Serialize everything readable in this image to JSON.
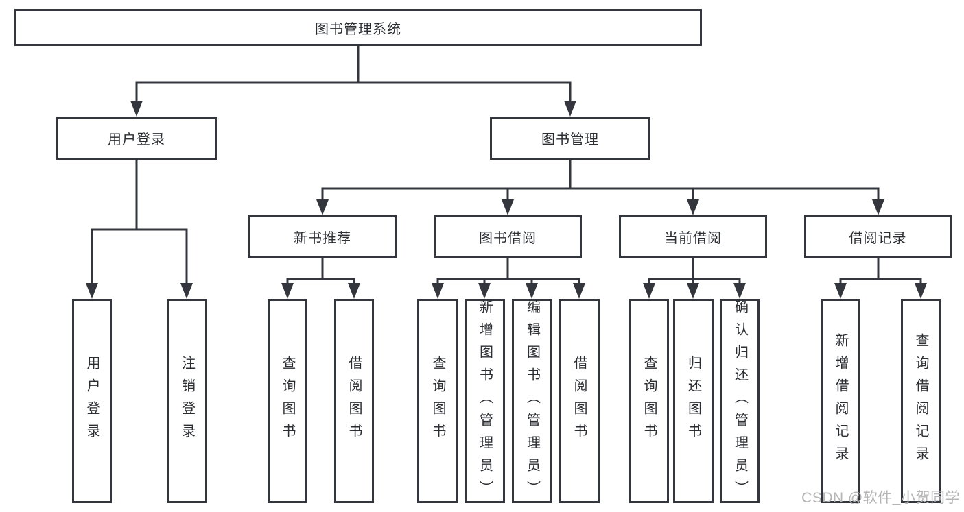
{
  "diagram": {
    "tree": {
      "root": {
        "label": "图书管理系统",
        "children": [
          {
            "label": "用户登录",
            "children": [
              {
                "label": "用户登录"
              },
              {
                "label": "注销登录"
              }
            ]
          },
          {
            "label": "图书管理",
            "children": [
              {
                "label": "新书推荐",
                "children": [
                  {
                    "label": "查询图书"
                  },
                  {
                    "label": "借阅图书"
                  }
                ]
              },
              {
                "label": "图书借阅",
                "children": [
                  {
                    "label": "查询图书"
                  },
                  {
                    "label": "新增图书（管理员）"
                  },
                  {
                    "label": "编辑图书（管理员）"
                  },
                  {
                    "label": "借阅图书"
                  }
                ]
              },
              {
                "label": "当前借阅",
                "children": [
                  {
                    "label": "查询图书"
                  },
                  {
                    "label": "归还图书"
                  },
                  {
                    "label": "确认归还（管理员）"
                  }
                ]
              },
              {
                "label": "借阅记录",
                "children": [
                  {
                    "label": "新增借阅记录"
                  },
                  {
                    "label": "查询借阅记录"
                  }
                ]
              }
            ]
          }
        ]
      }
    },
    "watermark": "CSDN @软件_小贺同学",
    "style": {
      "line_color": "#33373d",
      "text_color": "#2b2e33",
      "watermark_color": "#b5b5b5"
    }
  }
}
